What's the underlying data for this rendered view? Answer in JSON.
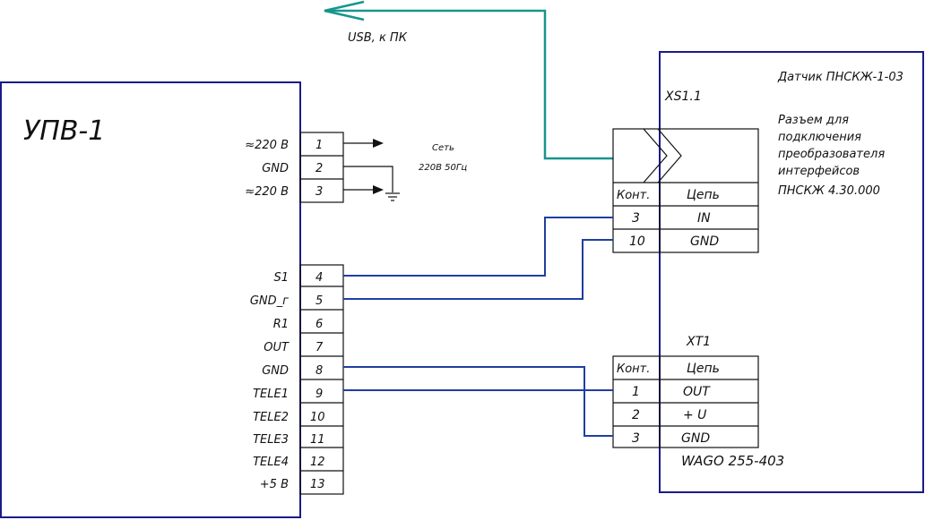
{
  "usb_label": "USB, к ПК",
  "device": {
    "title": "УПВ-1",
    "pins": [
      {
        "label": "≈220 В",
        "num": "1"
      },
      {
        "label": "GND",
        "num": "2"
      },
      {
        "label": "≈220 В",
        "num": "3"
      },
      {
        "label": "S1",
        "num": "4"
      },
      {
        "label": "GND_г",
        "num": "5"
      },
      {
        "label": "R1",
        "num": "6"
      },
      {
        "label": "OUT",
        "num": "7"
      },
      {
        "label": "GND",
        "num": "8"
      },
      {
        "label": "TELE1",
        "num": "9"
      },
      {
        "label": "TELE2",
        "num": "10"
      },
      {
        "label": "TELE3",
        "num": "11"
      },
      {
        "label": "TELE4",
        "num": "12"
      },
      {
        "label": "+5 В",
        "num": "13"
      }
    ]
  },
  "mains": {
    "line1": "Сеть",
    "line2": "220В 50Гц"
  },
  "sensor": {
    "title": "Датчик ПНСКЖ-1-03",
    "description": [
      "Разъем для",
      "подключения",
      "преобразователя",
      "интерфейсов",
      "ПНСКЖ 4.30.000"
    ]
  },
  "xs11": {
    "name": "XS1.1",
    "header_contact": "Конт.",
    "header_circuit": "Цепь",
    "rows": [
      {
        "contact": "3",
        "circuit": "IN"
      },
      {
        "contact": "10",
        "circuit": "GND"
      }
    ]
  },
  "xt1": {
    "name": "XT1",
    "header_contact": "Конт.",
    "header_circuit": "Цепь",
    "rows": [
      {
        "contact": "1",
        "circuit": "OUT"
      },
      {
        "contact": "2",
        "circuit": "+ U"
      },
      {
        "contact": "3",
        "circuit": "GND"
      }
    ],
    "footer": "WAGO 255-403"
  }
}
